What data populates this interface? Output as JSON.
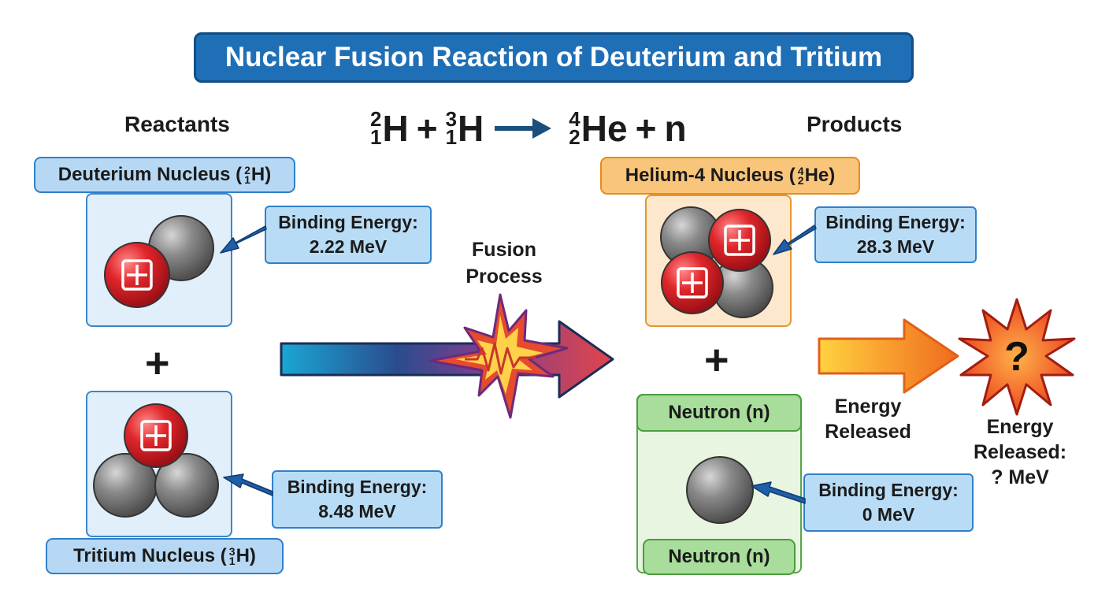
{
  "title": "Nuclear Fusion Reaction of Deuterium and Tritium",
  "equation": {
    "deuterium": {
      "mass": "2",
      "atomic": "1",
      "symbol": "H"
    },
    "plus": "+",
    "tritium": {
      "mass": "3",
      "atomic": "1",
      "symbol": "H"
    },
    "helium": {
      "mass": "4",
      "atomic": "2",
      "symbol": "He"
    },
    "neutron_symbol": "n"
  },
  "reactants_label": "Reactants",
  "products_label": "Products",
  "deuterium": {
    "label_prefix": "Deuterium Nucleus (",
    "mass": "2",
    "atomic": "1",
    "symbol": "H",
    "label_suffix": ")",
    "binding_energy_label": "Binding Energy:",
    "binding_energy_value": "2.22 MeV"
  },
  "tritium": {
    "label_prefix": "Tritium Nucleus (",
    "mass": "3",
    "atomic": "1",
    "symbol": "H",
    "label_suffix": ")",
    "binding_energy_label": "Binding Energy:",
    "binding_energy_value": "8.48 MeV"
  },
  "helium": {
    "label_prefix": "Helium-4 Nucleus (",
    "mass": "4",
    "atomic": "2",
    "symbol": "He",
    "label_suffix": ")",
    "binding_energy_label": "Binding Energy:",
    "binding_energy_value": "28.3 MeV"
  },
  "neutron": {
    "label_top": "Neutron (n)",
    "label_bottom": "Neutron (n)",
    "binding_energy_label": "Binding Energy:",
    "binding_energy_value": "0 MeV"
  },
  "plus_sign": "+",
  "fusion_process": {
    "line1": "Fusion",
    "line2": "Process"
  },
  "energy_released_arrow": {
    "line1": "Energy",
    "line2": "Released"
  },
  "energy_released_result": {
    "line1": "Energy",
    "line2": "Released:",
    "line3": "? MeV"
  },
  "question_mark": "?",
  "colors": {
    "proton": "#e0262b",
    "neutron": "#7c7c7c",
    "title_bg": "#1f6fb6",
    "arrow_blue": "#1b4f7c",
    "burst_orange": "#f26a21"
  }
}
